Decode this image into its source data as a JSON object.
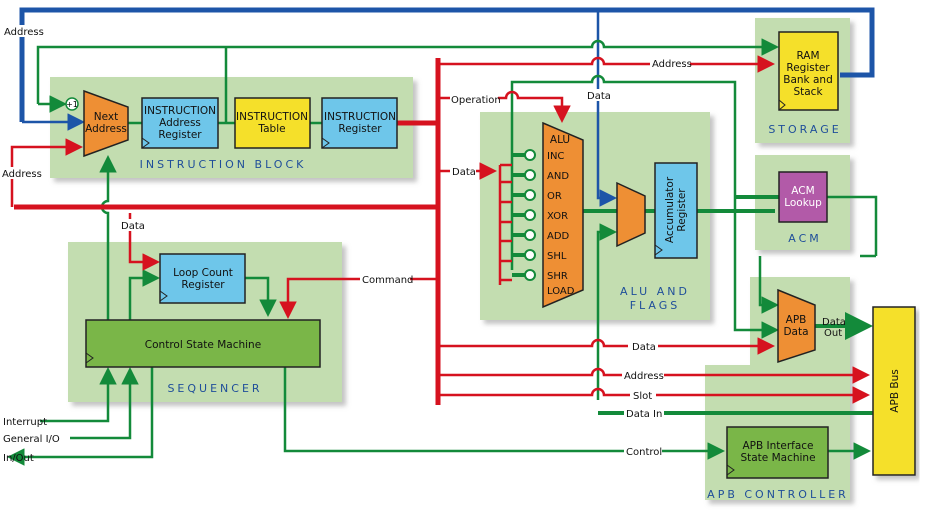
{
  "colors": {
    "red_bus": "#d6121f",
    "green": "#138a3a",
    "blue": "#1d55a8",
    "block_bg": "#c3ddb0",
    "register": "#6ec6ea",
    "table": "#f5e02a",
    "mux": "#ee8f34",
    "state_machine": "#7ab648",
    "acm": "#b25aa8"
  },
  "sections": {
    "instruction": "INSTRUCTION BLOCK",
    "storage": "STORAGE",
    "alu1": "ALU AND",
    "alu2": "FLAGS",
    "acm": "ACM",
    "sequencer": "SEQUENCER",
    "apb": "APB CONTROLLER"
  },
  "blocks": {
    "next_address": [
      "Next",
      "Address"
    ],
    "plus_one": "+1",
    "iar": [
      "INSTRUCTION",
      "Address",
      "Register"
    ],
    "itable": [
      "INSTRUCTION",
      "Table"
    ],
    "ireg": [
      "INSTRUCTION",
      "Register"
    ],
    "ram": [
      "RAM",
      "Register",
      "Bank and",
      "Stack"
    ],
    "acm": [
      "ACM",
      "Lookup"
    ],
    "alu": "ALU",
    "alu_ops": [
      "INC",
      "AND",
      "OR",
      "XOR",
      "ADD",
      "SHL",
      "SHR",
      "LOAD"
    ],
    "accumulator": [
      "Accumulator",
      "Register"
    ],
    "apb_data": [
      "APB",
      "Data"
    ],
    "apb_bus": "APB Bus",
    "apb_sm": [
      "APB Interface",
      "State Machine"
    ],
    "loop": [
      "Loop Count",
      "Register"
    ],
    "csm": "Control State Machine"
  },
  "signals": {
    "address_top": "Address",
    "address_left": "Address",
    "data_seq": "Data",
    "address_ram": "Address",
    "data_ram": "Data",
    "operation": "Operation",
    "data_alu": "Data",
    "command": "Command",
    "data_out": [
      "Data",
      "Out"
    ],
    "data_apb": "Data",
    "address_apb": "Address",
    "slot": "Slot",
    "data_in": "Data In",
    "control": "Control",
    "interrupt": "Interrupt",
    "general_io": "General I/O",
    "in_out": "In/Out"
  }
}
